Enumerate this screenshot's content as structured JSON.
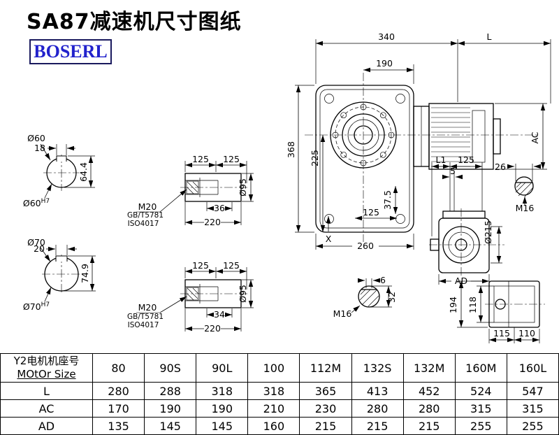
{
  "page": {
    "title": "SA87减速机尺寸图纸",
    "brand": "BOSERL"
  },
  "drawing": {
    "main_view": {
      "dim_340": "340",
      "dim_L": "L",
      "dim_190": "190",
      "dim_368": "368",
      "dim_225": "225",
      "dim_37_5": "37.5",
      "dim_125": "125",
      "dim_260": "260",
      "label_X": "X",
      "dim_AC": "AC"
    },
    "side_view": {
      "dim_L1": "L1",
      "dim_125": "125",
      "dim_5": "5",
      "dim_26": "26",
      "label_M16": "M16",
      "dim_215": "Ø215",
      "dim_AD": "AD"
    },
    "top_view": {
      "dim_194": "194",
      "dim_118": "118",
      "dim_115": "115",
      "dim_110": "110"
    },
    "hollow_detail": {
      "dim_6": "6",
      "dim_32": "32",
      "label_M16": "M16"
    },
    "bore60": {
      "dia": "Ø60",
      "dim_18": "18",
      "dim_64_4": "64.4",
      "fit_base": "Ø60",
      "fit_sup": "H7"
    },
    "bore70": {
      "dia": "Ø70",
      "dim_20": "20",
      "dim_74_9": "74.9",
      "fit_base": "Ø70",
      "fit_sup": "H7"
    },
    "shaft60": {
      "dim_125a": "125",
      "dim_125b": "125",
      "dim_36": "36",
      "dim_220": "220",
      "dim_95": "Ø95",
      "label_M20": "M20",
      "label_gb": "GB/T5781",
      "label_iso": "ISO4017"
    },
    "shaft70": {
      "dim_125a": "125",
      "dim_125b": "125",
      "dim_34": "34",
      "dim_220": "220",
      "dim_95": "Ø95",
      "label_M20": "M20",
      "label_gb": "GB/T5781",
      "label_iso": "ISO4017"
    }
  },
  "table": {
    "row_header_line1": "Y2电机机座号",
    "row_header_line2": "MOtOr Size",
    "columns": [
      "80",
      "90S",
      "90L",
      "100",
      "112M",
      "132S",
      "132M",
      "160M",
      "160L"
    ],
    "rows": [
      {
        "label": "L",
        "values": [
          "280",
          "288",
          "318",
          "318",
          "365",
          "413",
          "452",
          "524",
          "547"
        ]
      },
      {
        "label": "AC",
        "values": [
          "170",
          "190",
          "190",
          "210",
          "230",
          "280",
          "280",
          "315",
          "315"
        ]
      },
      {
        "label": "AD",
        "values": [
          "135",
          "145",
          "145",
          "160",
          "215",
          "215",
          "215",
          "255",
          "255"
        ]
      }
    ]
  }
}
